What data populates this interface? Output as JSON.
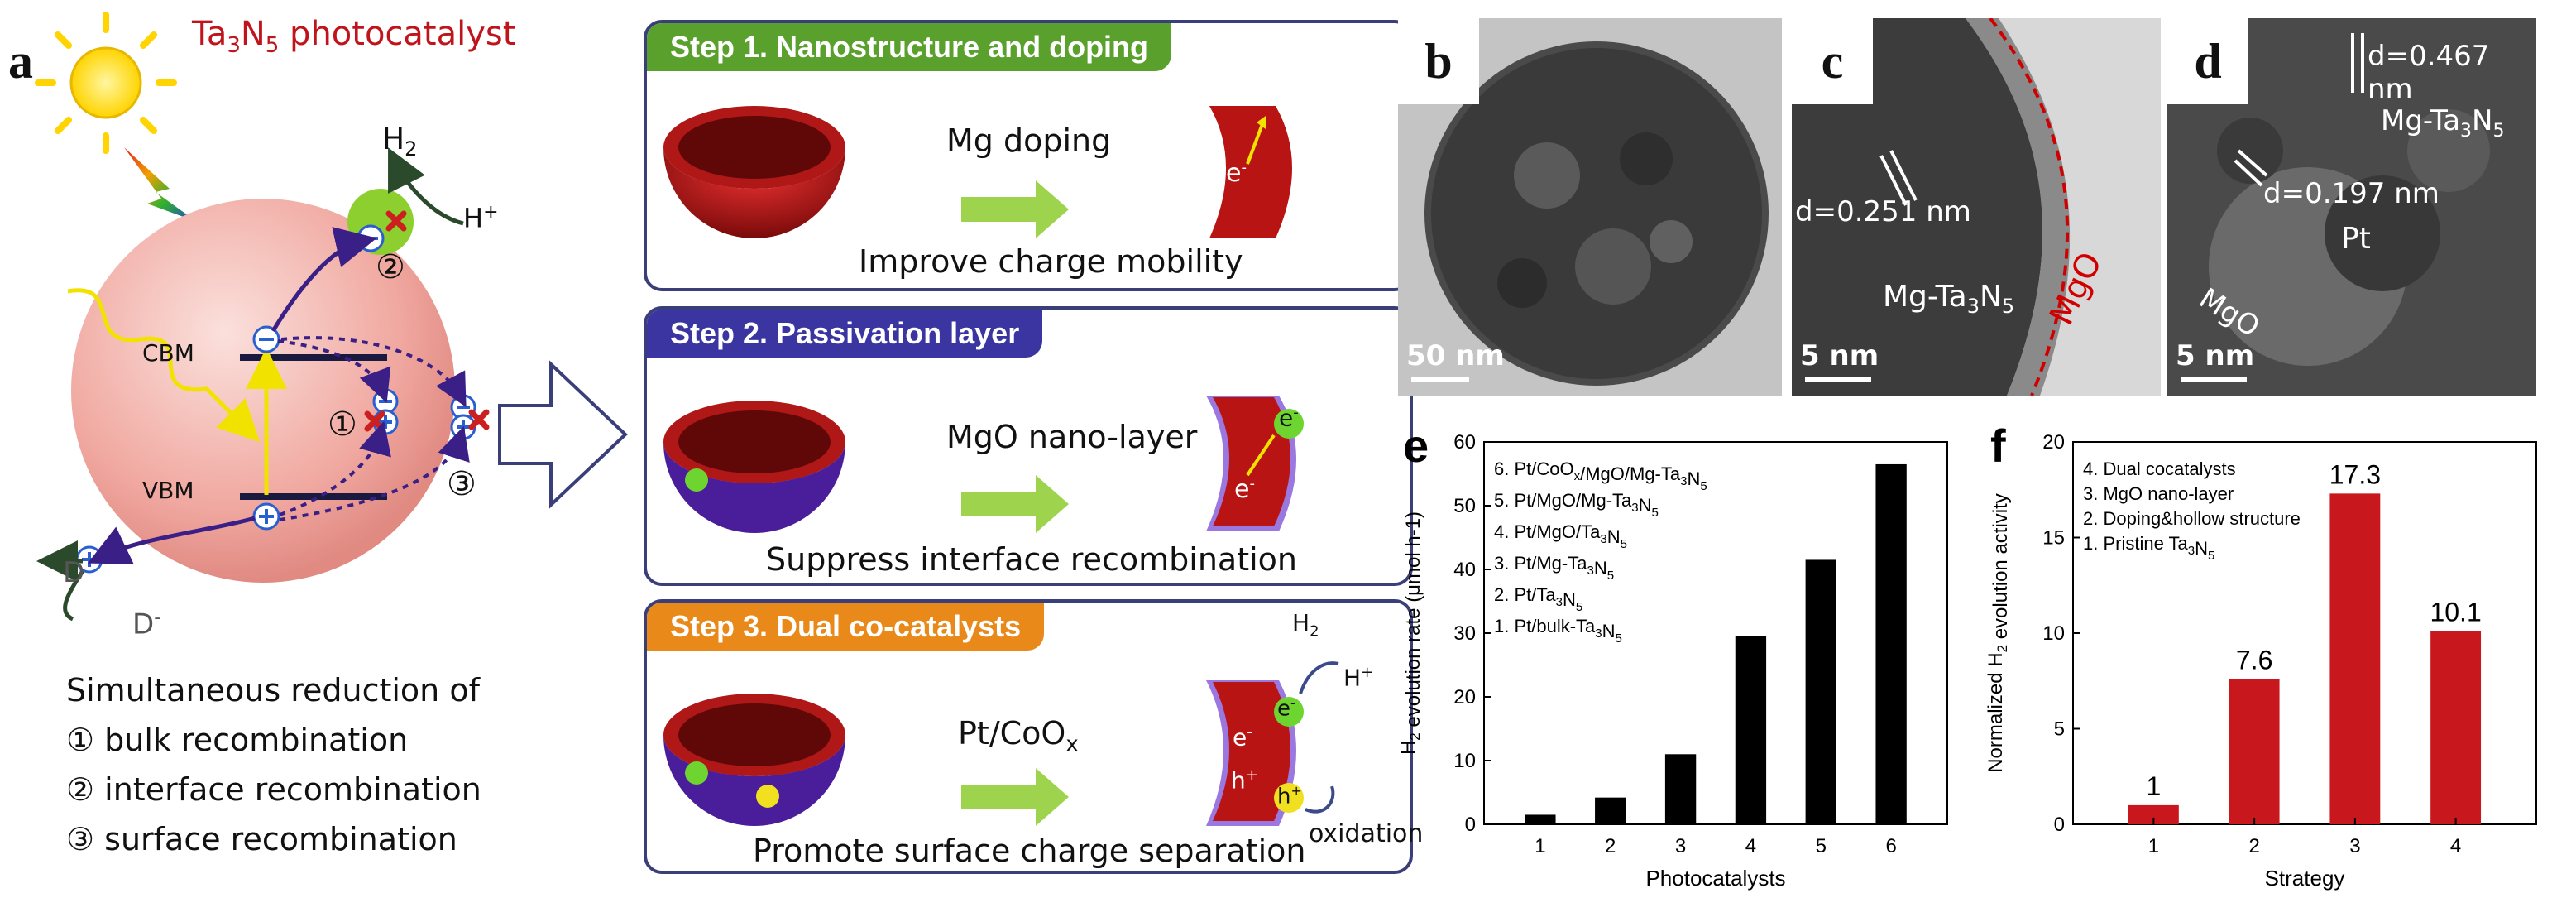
{
  "panel_a": {
    "label": "a",
    "title_prefix": "Ta",
    "title_sub1": "3",
    "title_mid": "N",
    "title_sub2": "5",
    "title_suffix": " photocatalyst",
    "h2": "H",
    "h2_sub": "2",
    "h_plus": "H",
    "h_plus_sup": "+",
    "cbm": "CBM",
    "vbm": "VBM",
    "d": "D",
    "d_minus": "D",
    "d_minus_sup": "-",
    "circ1": "①",
    "circ2": "②",
    "circ3": "③",
    "summary_title": "Simultaneous reduction of",
    "summary_items": [
      "① bulk recombination",
      "② interface recombination",
      "③ surface recombination"
    ]
  },
  "steps": [
    {
      "tag": "Step 1. Nanostructure and doping",
      "action": "Mg doping",
      "caption": "Improve charge mobility",
      "color": "#5aa02c"
    },
    {
      "tag": "Step 2. Passivation layer",
      "action": "MgO nano-layer",
      "caption": "Suppress interface recombination",
      "color": "#3a35a0"
    },
    {
      "tag": "Step 3. Dual co-catalysts",
      "action": "Pt/CoO",
      "action_sub": "x",
      "caption": "Promote surface charge separation",
      "color": "#e8891a",
      "h2": "H",
      "h2_sub": "2",
      "hplus": "H",
      "hplus_sup": "+",
      "oxidation": "oxidation"
    }
  ],
  "electron": "e",
  "electron_sup": "-",
  "hole": "h",
  "hole_sup": "+",
  "tem": {
    "b": {
      "label": "b",
      "scale": "50 nm"
    },
    "c": {
      "label": "c",
      "scale": "5 nm",
      "d_spacing": "d=0.251 nm",
      "material": "Mg-Ta",
      "material_sub1": "3",
      "material_mid": "N",
      "material_sub2": "5",
      "layer": "MgO"
    },
    "d": {
      "label": "d",
      "scale": "5 nm",
      "d1": "d=0.467 nm",
      "d2": "d=0.197 nm",
      "material": "Mg-Ta",
      "material_sub1": "3",
      "material_mid": "N",
      "material_sub2": "5",
      "pt": "Pt",
      "layer": "MgO"
    }
  },
  "chart_data": [
    {
      "panel": "e",
      "type": "bar",
      "categories": [
        "1",
        "2",
        "3",
        "4",
        "5",
        "6"
      ],
      "values": [
        1.5,
        4.2,
        11,
        29.5,
        41.5,
        56.5
      ],
      "xlabel": "Photocatalysts",
      "ylabel": "H2 evolution rate (μmol h-1)",
      "ylim": [
        0,
        60
      ],
      "yticks": [
        0,
        10,
        20,
        30,
        40,
        50,
        60
      ],
      "legend": [
        "6. Pt/CoOx/MgO/Mg-Ta3N5",
        "5. Pt/MgO/Mg-Ta3N5",
        "4. Pt/MgO/Ta3N5",
        "3. Pt/Mg-Ta3N5",
        "2. Pt/Ta3N5",
        "1. Pt/bulk-Ta3N5"
      ],
      "bar_color": "#000000"
    },
    {
      "panel": "f",
      "type": "bar",
      "categories": [
        "1",
        "2",
        "3",
        "4"
      ],
      "values": [
        1,
        7.6,
        17.3,
        10.1
      ],
      "data_labels": [
        "1",
        "7.6",
        "17.3",
        "10.1"
      ],
      "xlabel": "Strategy",
      "ylabel": "Normalized H2 evolution activity",
      "ylim": [
        0,
        20
      ],
      "yticks": [
        0,
        5,
        10,
        15,
        20
      ],
      "legend": [
        "4. Dual cocatalysts",
        "3. MgO nano-layer",
        "2. Doping&hollow structure",
        "1. Pristine Ta3N5"
      ],
      "bar_color": "#c8181e"
    }
  ]
}
